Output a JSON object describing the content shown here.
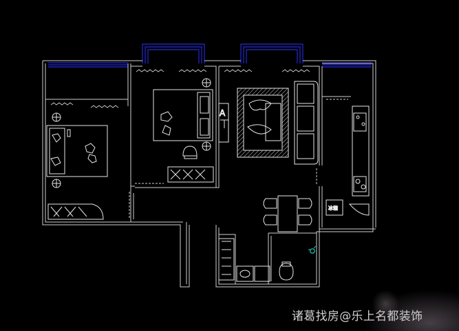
{
  "drawing": {
    "type": "floor-plan",
    "colors": {
      "background": "#000000",
      "walls": "#cfcfcf",
      "windows": "#1e22b8",
      "fixtures": "#e6e6e6",
      "curtains": "#d0d0d0",
      "accent": "#20b0a8"
    },
    "rooms": [
      "second-bedroom",
      "master-bedroom",
      "living-room",
      "kitchen",
      "dining-area",
      "bathroom",
      "foyer"
    ],
    "section_marker": "A",
    "fridge_label": "冰箱"
  },
  "watermark": {
    "text": "诸葛找房@乐上名都装饰"
  }
}
